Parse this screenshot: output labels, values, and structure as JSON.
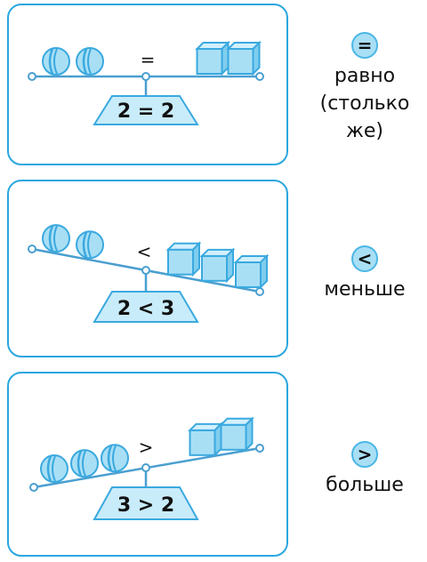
{
  "panels": [
    {
      "sign": "=",
      "equation": "2 = 2",
      "label": "равно (столько же)",
      "label_lines": [
        "равно",
        "(столько",
        "же)"
      ],
      "left": {
        "object": "ball",
        "count": 2
      },
      "right": {
        "object": "cube",
        "count": 2
      }
    },
    {
      "sign": "<",
      "equation": "2 < 3",
      "label": "меньше",
      "label_lines": [
        "меньше"
      ],
      "left": {
        "object": "ball",
        "count": 2
      },
      "right": {
        "object": "cube",
        "count": 3
      }
    },
    {
      "sign": ">",
      "equation": "3 > 2",
      "label": "больше",
      "label_lines": [
        "больше"
      ],
      "left": {
        "object": "ball",
        "count": 3
      },
      "right": {
        "object": "cube",
        "count": 2
      }
    }
  ],
  "colors": {
    "frame": "#29a7df",
    "beam": "#4a9fd0",
    "object_fill": "#a9dff5",
    "object_stroke": "#3aa9df",
    "base_fill": "#c9ecfa"
  }
}
